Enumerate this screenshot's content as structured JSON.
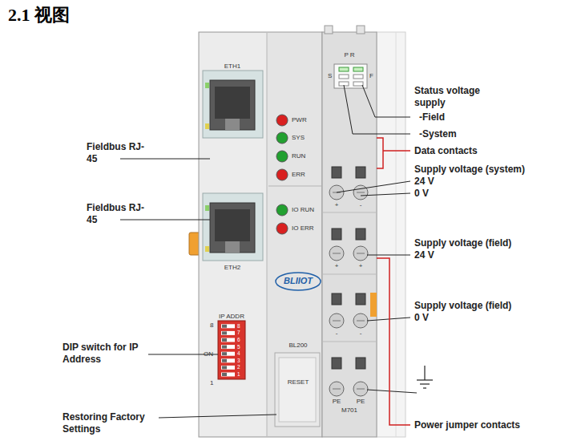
{
  "diagram": {
    "title": "2.1 视图",
    "labels": [
      "Fieldbus RJ-45",
      "Fieldbus RJ-45",
      "DIP switch for IP Address",
      "Restoring Factory Settings",
      "Status voltage supply",
      "-Field",
      "-System",
      "Data contacts",
      "Supply voltage (system)",
      "24 V",
      "0 V",
      "Supply voltage (field)",
      "24 V",
      "Supply voltage (field)",
      "0 V",
      "Power jumper contacts",
      "ETH1",
      "ETH2",
      "PWR",
      "SYS",
      "RUN",
      "ERR",
      "IO RUN",
      "IO ERR",
      "BLIIOT",
      "IP ADDR",
      "8",
      "ON",
      "1",
      "1",
      "2",
      "3",
      "4",
      "5",
      "6",
      "7",
      "8",
      "BL200",
      "RESET",
      "P R",
      "S",
      "F",
      "+",
      "-",
      "+",
      "+",
      "-",
      "-",
      "PE",
      "PE",
      "M701"
    ]
  }
}
